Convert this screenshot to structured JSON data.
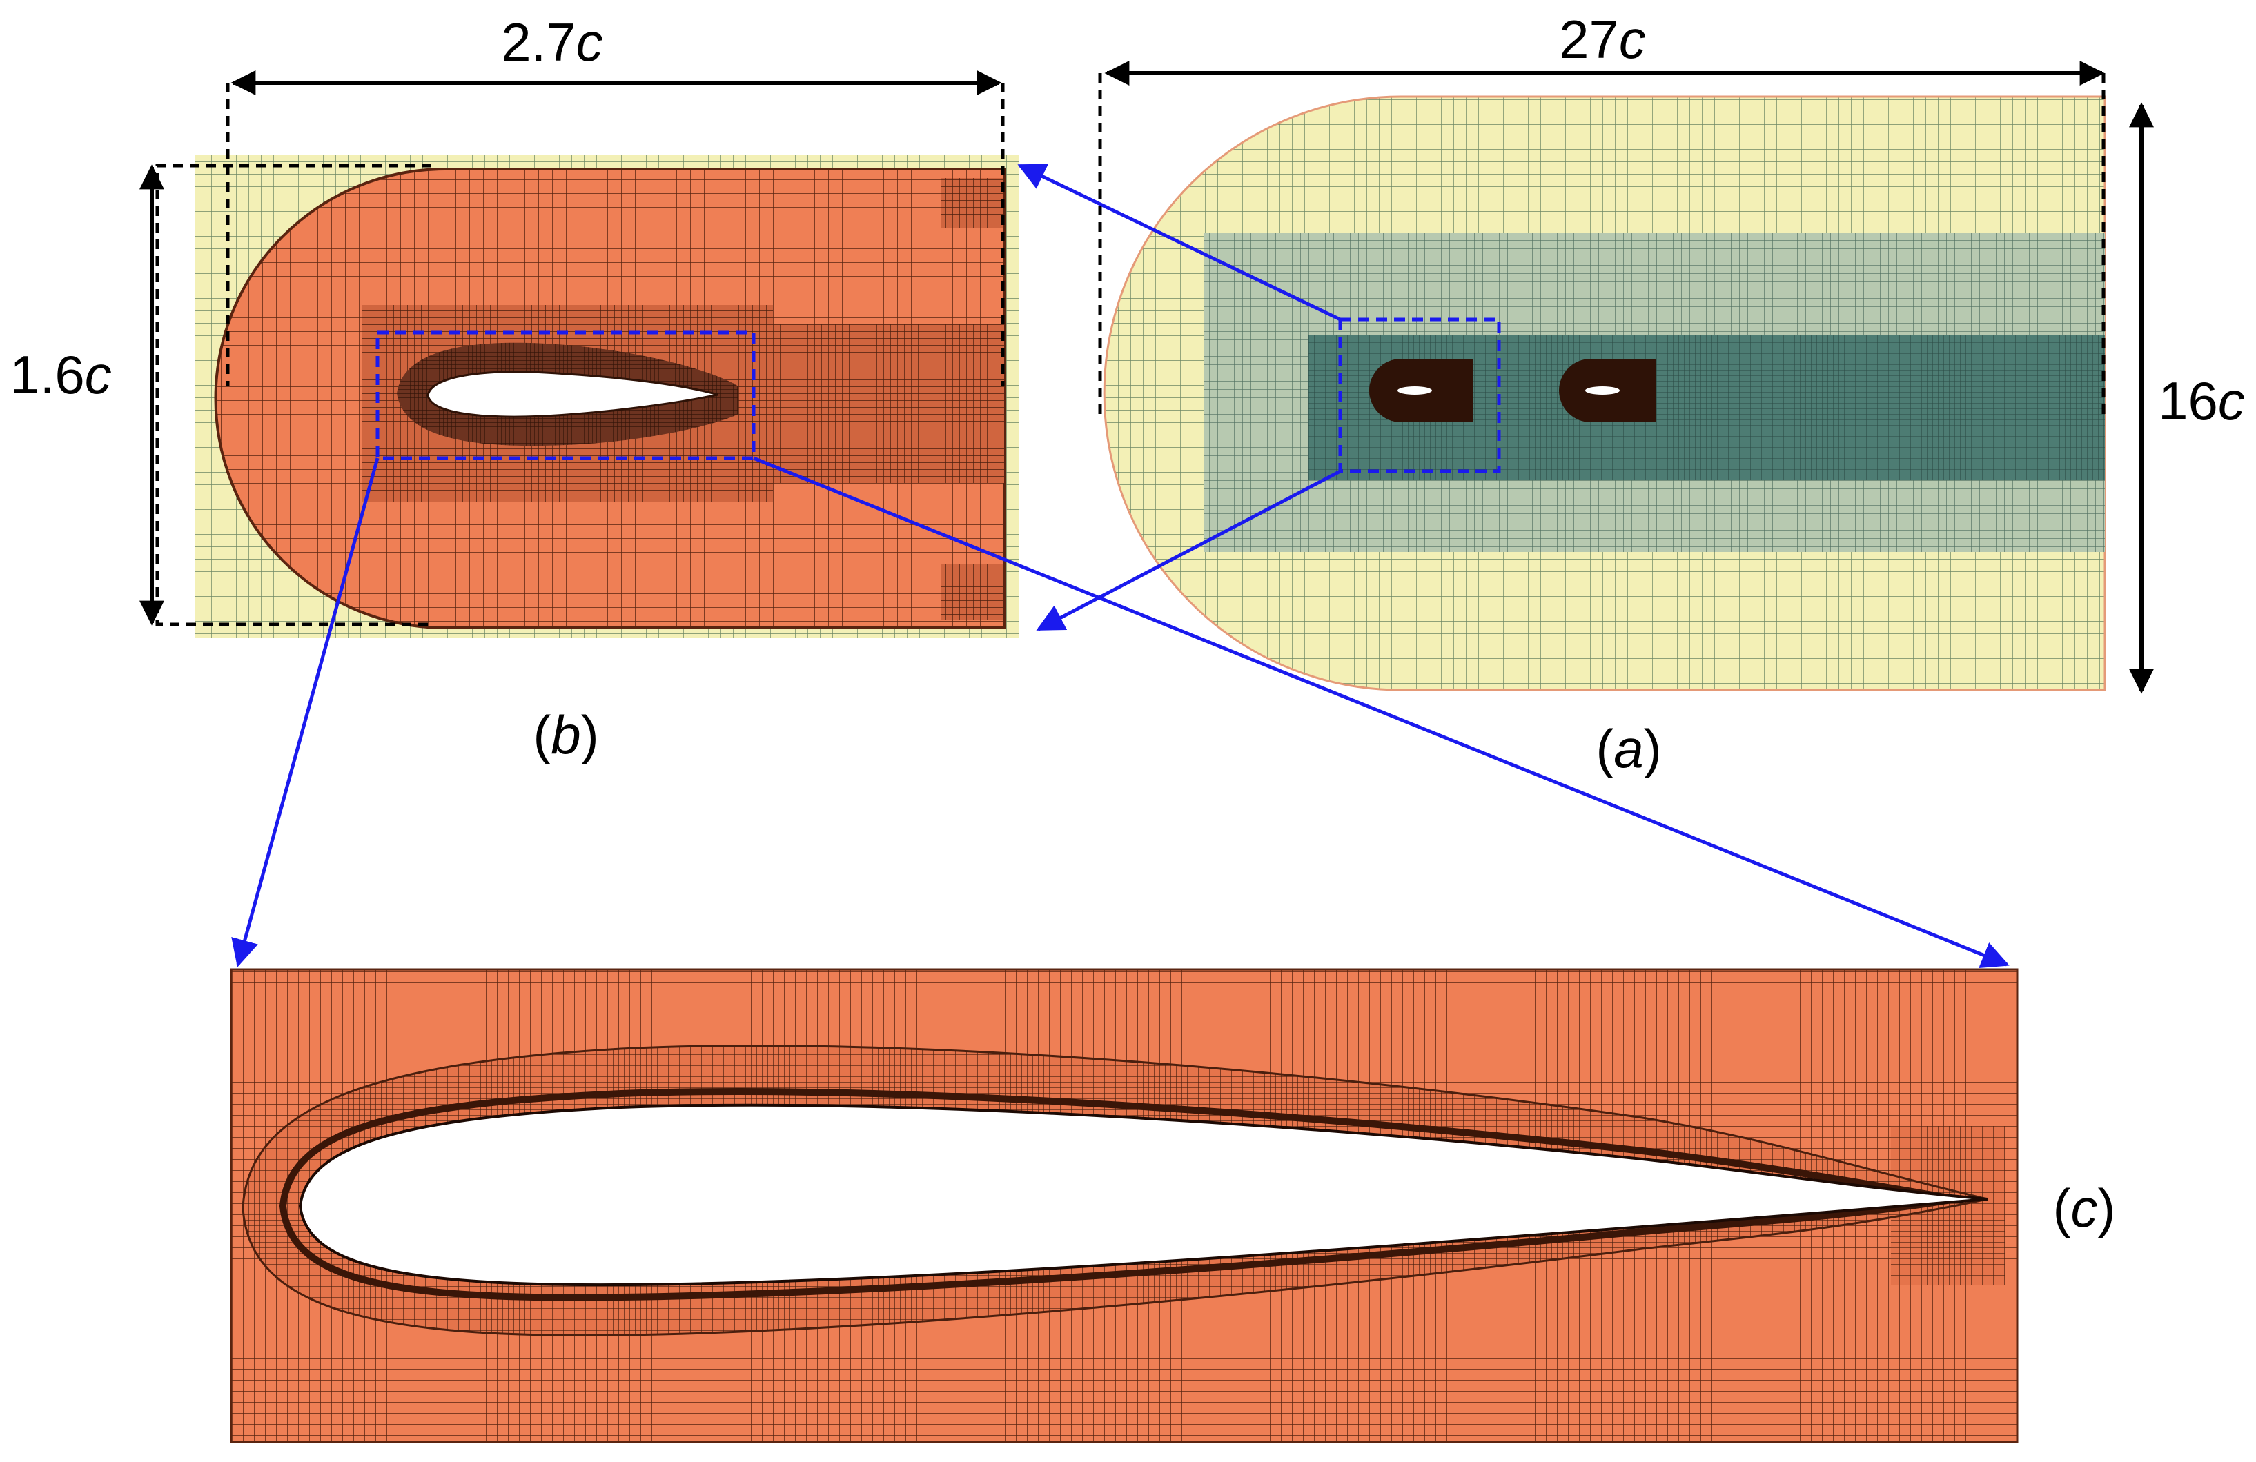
{
  "colors": {
    "outer_mesh": "#f3f0b6",
    "outer_grid": "#5f7a5a",
    "inner_mesh": "#ef7f55",
    "inner_grid": "#4a1f0e",
    "refine_mid": "#a9bda5",
    "refine_dark": "#3f6a62",
    "airfoil_fill": "#ffffff",
    "arrow_blue": "#1a1aee",
    "dim_black": "#000000",
    "dash_blue": "#1a1aee"
  },
  "labels": {
    "width_b": {
      "num": "2.7",
      "unit": "c"
    },
    "height_b": {
      "num": "1.6",
      "unit": "c"
    },
    "width_a": {
      "num": "27",
      "unit": "c"
    },
    "height_a": {
      "num": "16",
      "unit": "c"
    },
    "panel_a": {
      "open": "(",
      "letter": "a",
      "close": ")"
    },
    "panel_b": {
      "open": "(",
      "letter": "b",
      "close": ")"
    },
    "panel_c": {
      "open": "(",
      "letter": "c",
      "close": ")"
    }
  }
}
